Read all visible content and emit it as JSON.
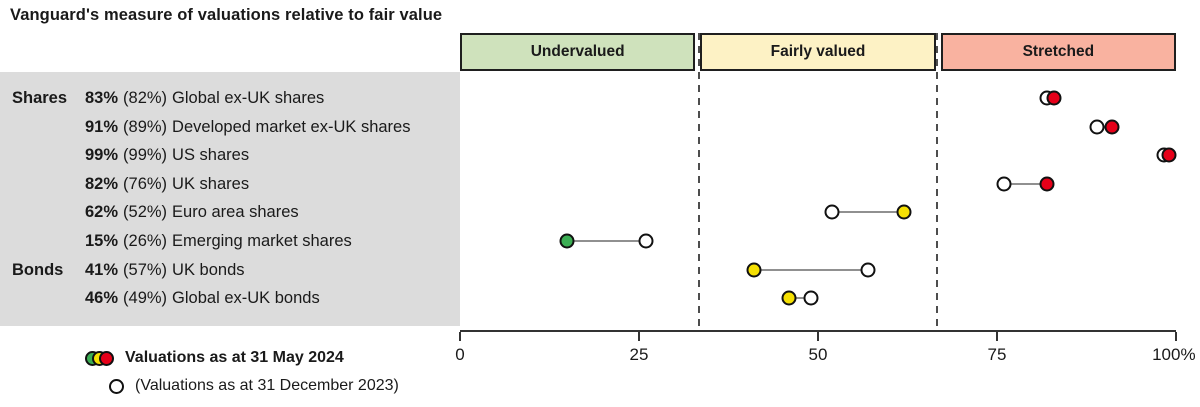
{
  "title": "Vanguard's measure of valuations relative to fair value",
  "zones": [
    {
      "label": "Undervalued",
      "color": "#cfe2bc"
    },
    {
      "label": "Fairly valued",
      "color": "#fdf2c5"
    },
    {
      "label": "Stretched",
      "color": "#f9b2a0"
    }
  ],
  "colors": {
    "red": "#e60019",
    "yellow": "#f5e003",
    "green": "#3cae54",
    "previous": "#ffffff",
    "dot_border": "#111111",
    "panel_bg": "#dcdcdc"
  },
  "chart_data": {
    "type": "scatter",
    "title": "Vanguard's measure of valuations relative to fair value",
    "xlim": [
      0,
      100
    ],
    "x_ticks": [
      "0",
      "25",
      "50",
      "75",
      "100%"
    ],
    "x_tick_values": [
      0,
      25,
      50,
      75,
      100
    ],
    "zone_boundaries": [
      33.3,
      66.7
    ],
    "rows": [
      {
        "group": "Shares",
        "pct": "83%",
        "prev_pct": "(82%)",
        "name": "Global ex-UK shares",
        "current": 83,
        "previous": 82,
        "color_key": "red"
      },
      {
        "group": "",
        "pct": "91%",
        "prev_pct": "(89%)",
        "name": "Developed market ex-UK shares",
        "current": 91,
        "previous": 89,
        "color_key": "red"
      },
      {
        "group": "",
        "pct": "99%",
        "prev_pct": "(99%)",
        "name": "US shares",
        "current": 99,
        "previous": 99,
        "color_key": "red"
      },
      {
        "group": "",
        "pct": "82%",
        "prev_pct": "(76%)",
        "name": "UK shares",
        "current": 82,
        "previous": 76,
        "color_key": "red"
      },
      {
        "group": "",
        "pct": "62%",
        "prev_pct": "(52%)",
        "name": "Euro area shares",
        "current": 62,
        "previous": 52,
        "color_key": "yellow"
      },
      {
        "group": "",
        "pct": "15%",
        "prev_pct": "(26%)",
        "name": "Emerging market shares",
        "current": 15,
        "previous": 26,
        "color_key": "green"
      },
      {
        "group": "Bonds",
        "pct": "41%",
        "prev_pct": "(57%)",
        "name": "UK bonds",
        "current": 41,
        "previous": 57,
        "color_key": "yellow"
      },
      {
        "group": "",
        "pct": "46%",
        "prev_pct": "(49%)",
        "name": "Global ex-UK bonds",
        "current": 46,
        "previous": 49,
        "color_key": "yellow"
      }
    ]
  },
  "legend": {
    "current_label": "Valuations as at 31 May 2024",
    "previous_label": "(Valuations as at 31 December 2023)"
  }
}
